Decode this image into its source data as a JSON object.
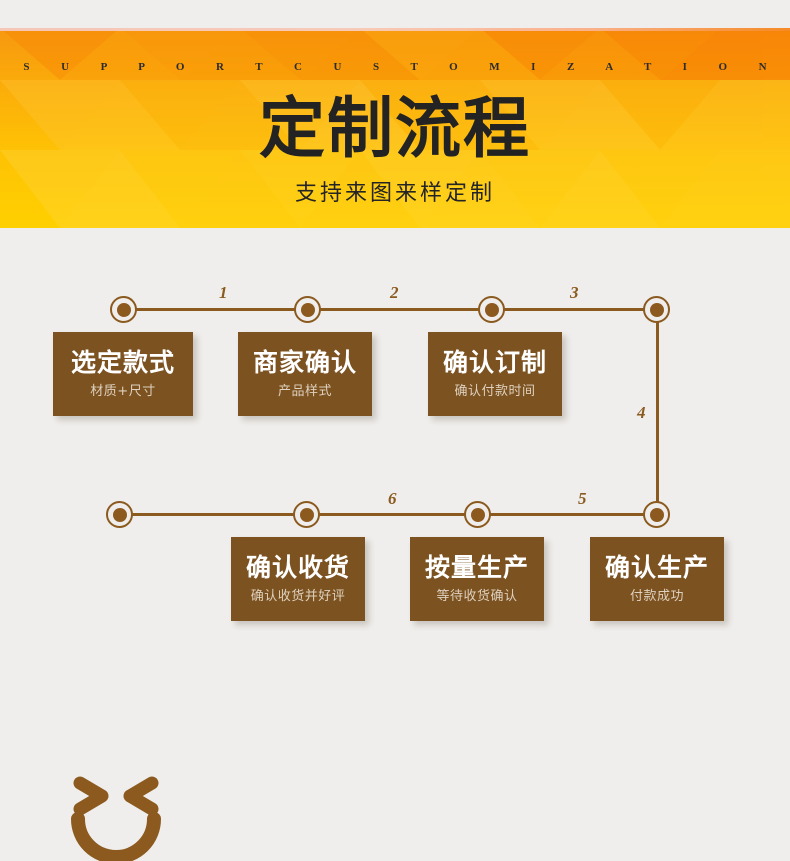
{
  "banner": {
    "eyebrow": "S U P P O R T   C U S T O M I Z A T I O N",
    "title": "定制流程",
    "subtitle": "支持来图来样定制",
    "accent_start": "#f79c10",
    "accent_end": "#ffd100"
  },
  "flow": {
    "line_color": "#8a5a1e",
    "card_color": "#7c5220",
    "page_bg": "#f0eeec",
    "step_numbers": [
      "1",
      "2",
      "3",
      "4",
      "5",
      "6"
    ],
    "cards": [
      {
        "title": "选定款式",
        "subtitle": "材质+尺寸"
      },
      {
        "title": "商家确认",
        "subtitle": "产品样式"
      },
      {
        "title": "确认订制",
        "subtitle": "确认付款时间"
      },
      {
        "title": "确认生产",
        "subtitle": "付款成功"
      },
      {
        "title": "按量生产",
        "subtitle": "等待收货确认"
      },
      {
        "title": "确认收货",
        "subtitle": "确认收货并好评"
      }
    ],
    "mascot": "smiley-face"
  }
}
